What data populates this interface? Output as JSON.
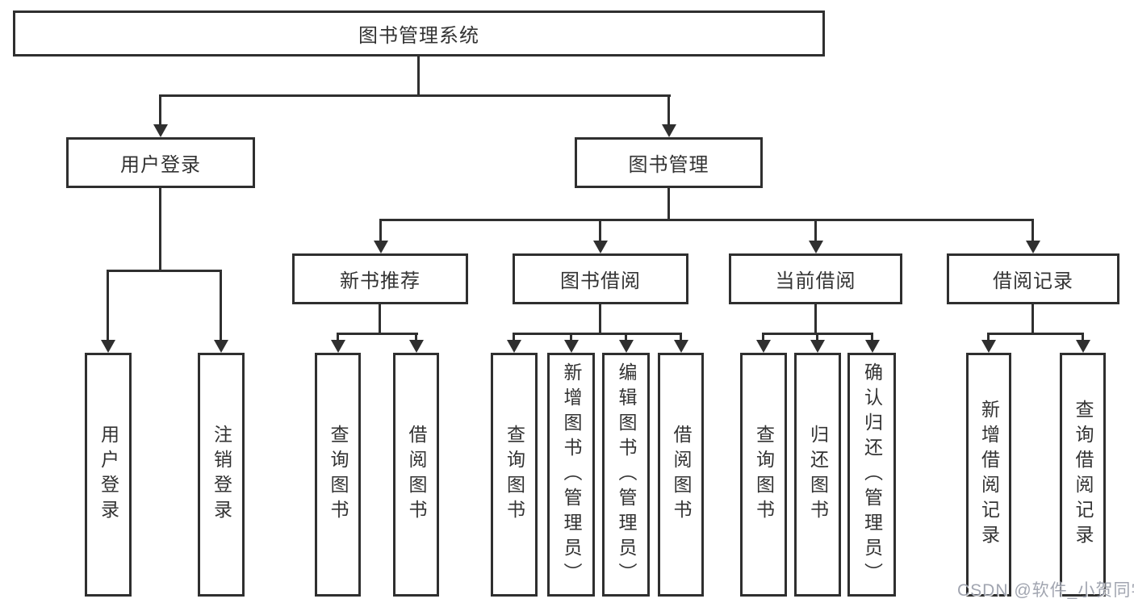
{
  "tree": {
    "label": "图书管理系统",
    "children": [
      {
        "label": "用户登录",
        "children": [
          {
            "label": "用户登录"
          },
          {
            "label": "注销登录"
          }
        ]
      },
      {
        "label": "图书管理",
        "children": [
          {
            "label": "新书推荐",
            "children": [
              {
                "label": "查询图书"
              },
              {
                "label": "借阅图书"
              }
            ]
          },
          {
            "label": "图书借阅",
            "children": [
              {
                "label": "查询图书"
              },
              {
                "label": "新增图书（管理员）"
              },
              {
                "label": "编辑图书（管理员）"
              },
              {
                "label": "借阅图书"
              }
            ]
          },
          {
            "label": "当前借阅",
            "children": [
              {
                "label": "查询图书"
              },
              {
                "label": "归还图书"
              },
              {
                "label": "确认归还（管理员）"
              }
            ]
          },
          {
            "label": "借阅记录",
            "children": [
              {
                "label": "新增借阅记录"
              },
              {
                "label": "查询借阅记录"
              }
            ]
          }
        ]
      }
    ]
  },
  "watermark": {
    "text": "CSDN @软件_小贺同学"
  },
  "colors": {
    "line": "#2f2f2f",
    "text": "#333333",
    "background": "#ffffff",
    "watermark": "#9499a5"
  }
}
